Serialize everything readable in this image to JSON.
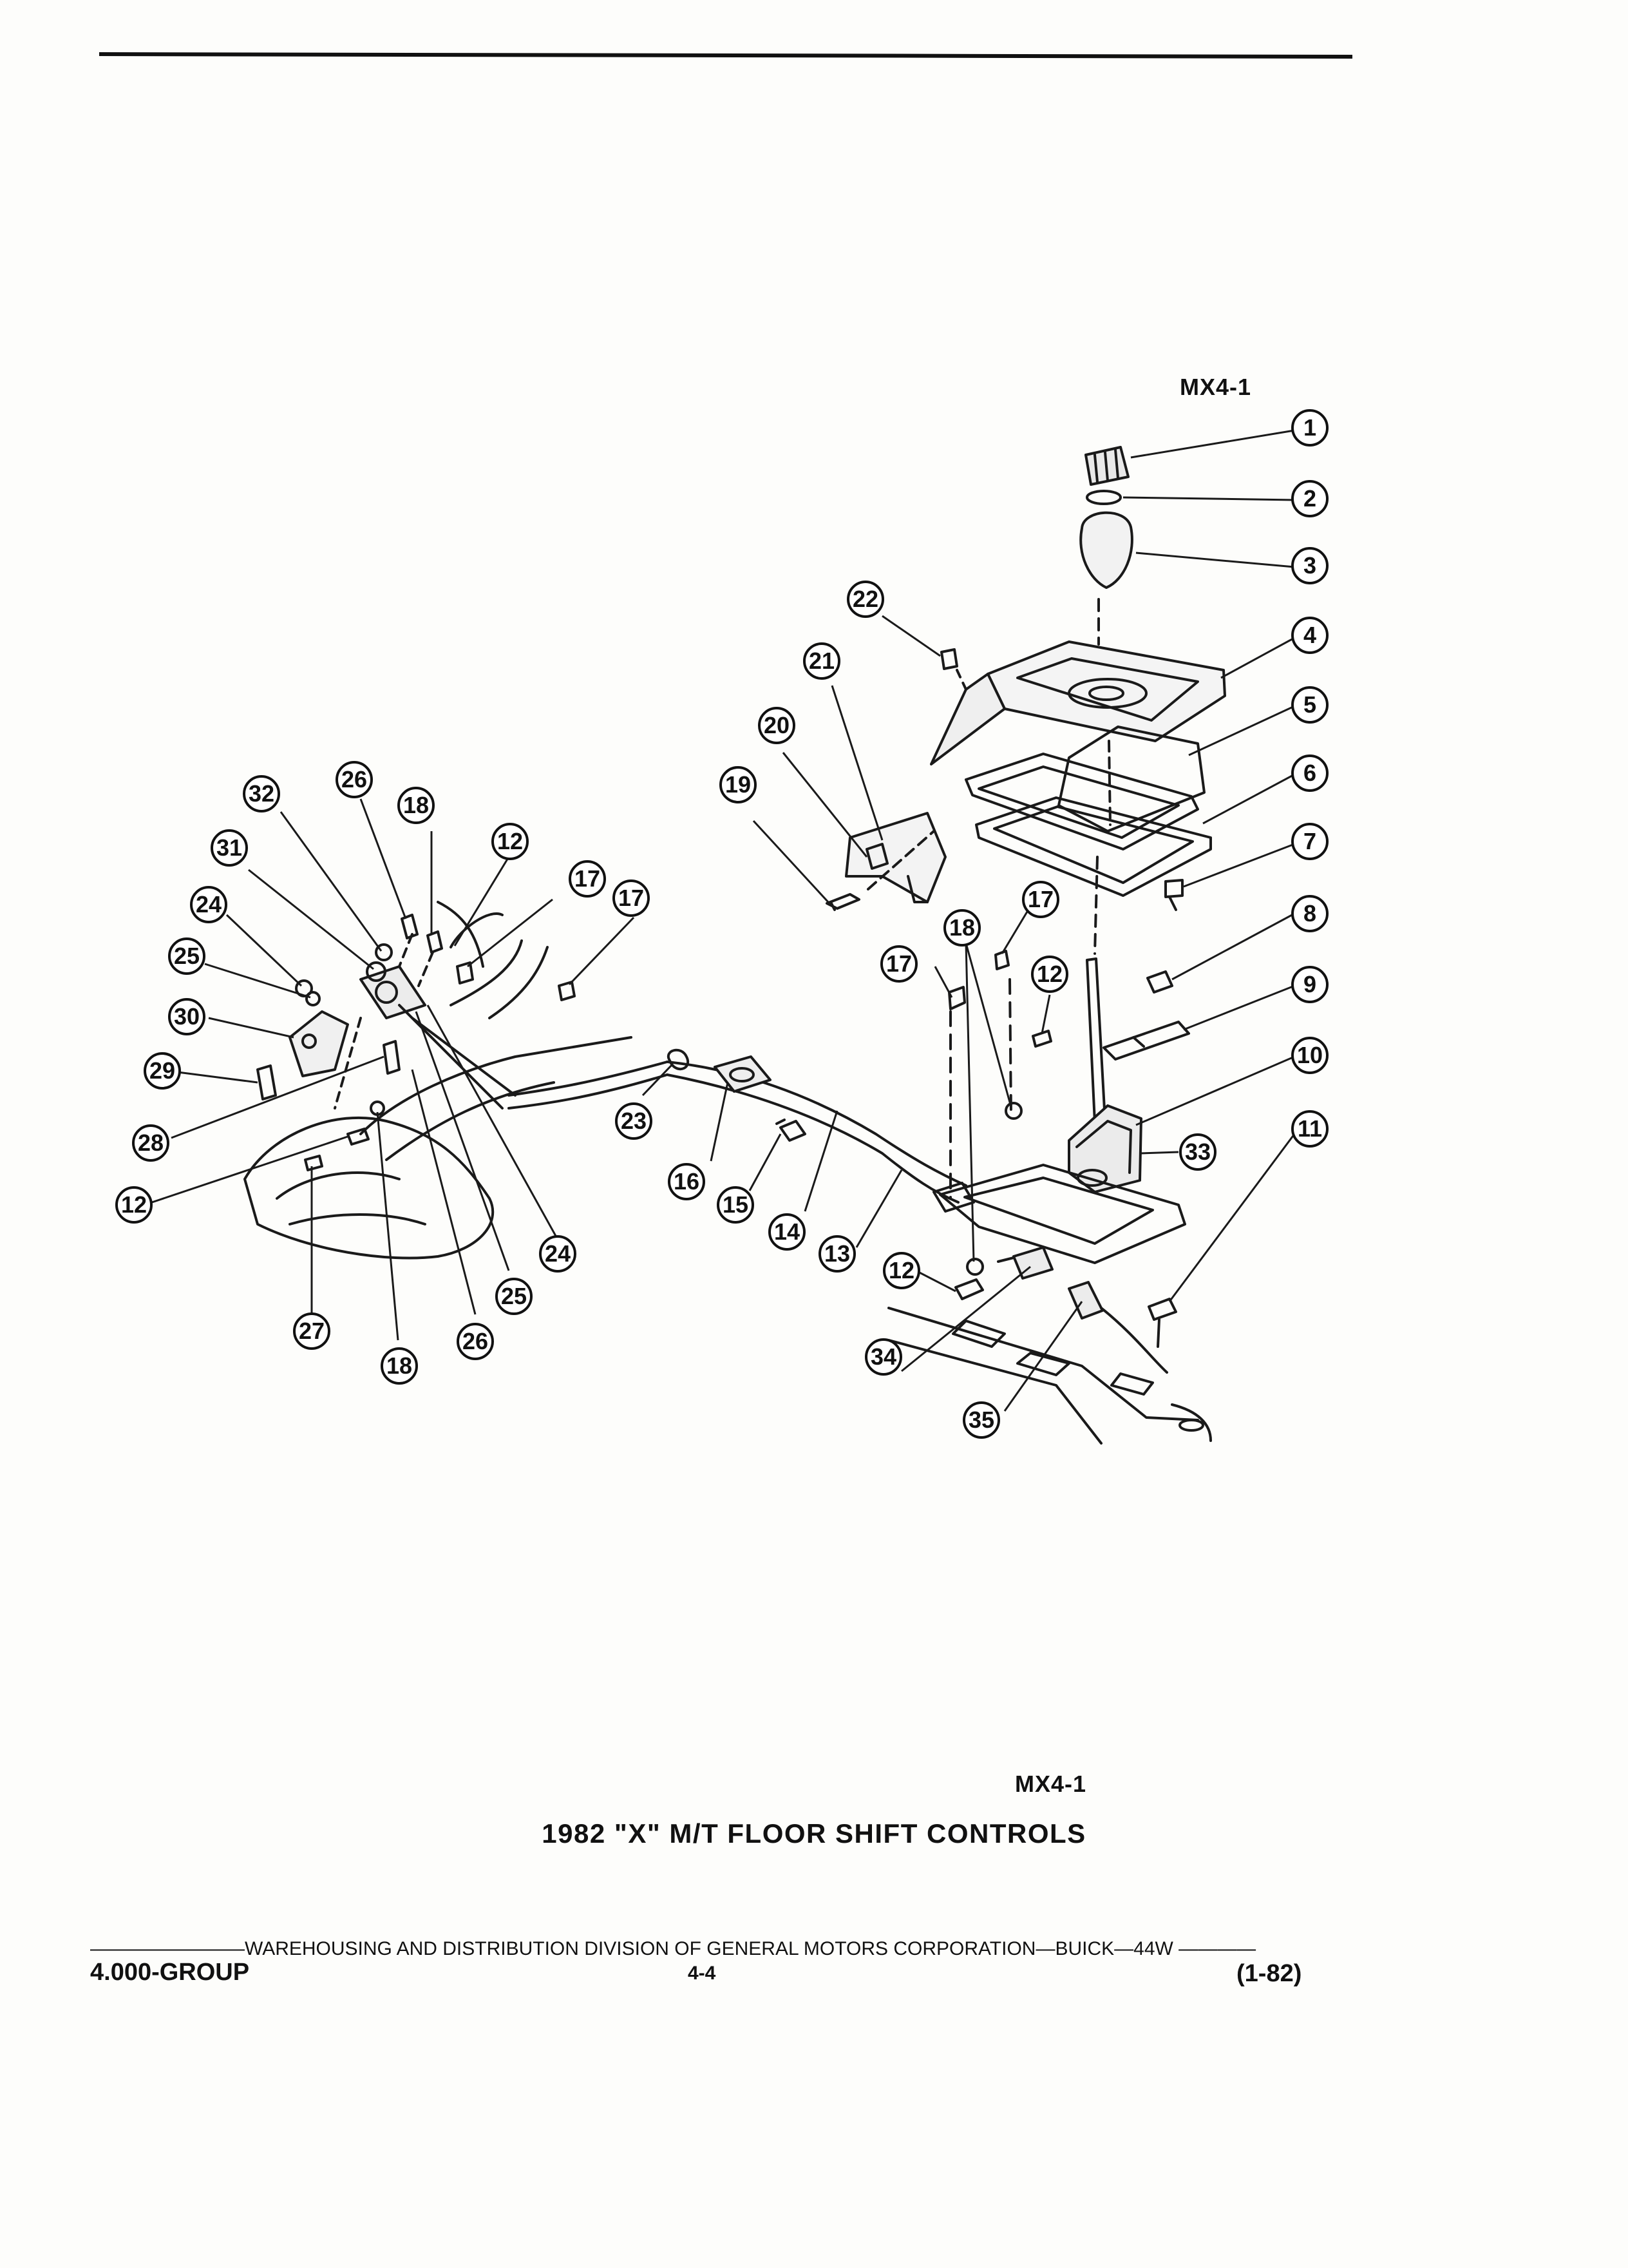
{
  "diagram_code": "MX4-1",
  "title": "1982 \"X\" M/T FLOOR SHIFT CONTROLS",
  "callouts": [
    "1",
    "2",
    "3",
    "4",
    "5",
    "6",
    "7",
    "8",
    "9",
    "10",
    "11",
    "33",
    "22",
    "21",
    "20",
    "19",
    "17",
    "18",
    "12",
    "23",
    "16",
    "15",
    "14",
    "13",
    "34",
    "35",
    "32",
    "26",
    "31",
    "24",
    "25",
    "30",
    "29",
    "28",
    "27"
  ],
  "footer": {
    "division": "WAREHOUSING AND DISTRIBUTION DIVISION OF GENERAL MOTORS CORPORATION—BUICK—44W",
    "group": "4.000-GROUP",
    "page": "4-4",
    "date": "(1-82)"
  }
}
